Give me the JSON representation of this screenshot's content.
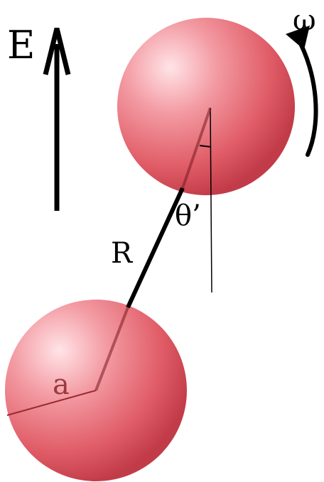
{
  "labels": {
    "field": "E",
    "angular_velocity": "ω",
    "angle": "θ’",
    "separation": "R",
    "radius": "a"
  },
  "colors": {
    "sphere_light": "#ffd6da",
    "sphere_mid": "#ec7a84",
    "sphere_dark": "#b9343f",
    "ink": "#000000",
    "radius_line": "#9a2b32",
    "radius_text": "#9b3a3f"
  }
}
